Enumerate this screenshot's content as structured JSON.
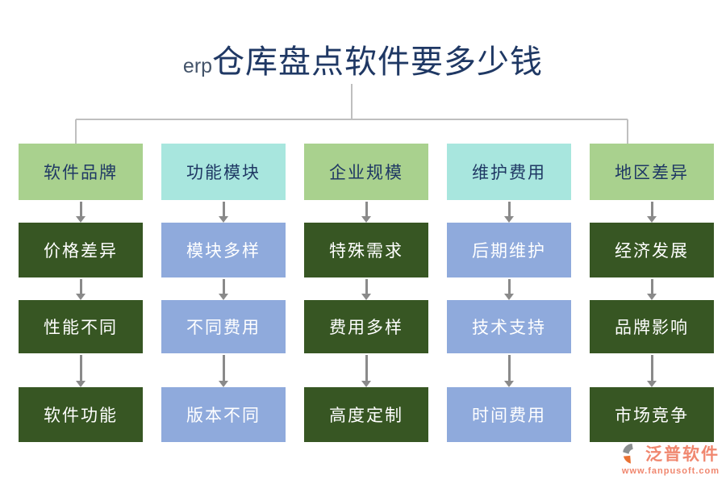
{
  "title": {
    "prefix": "erp",
    "main": "仓库盘点软件要多少钱"
  },
  "columns": [
    {
      "header": "软件品牌",
      "theme": "green",
      "items": [
        "价格差异",
        "性能不同",
        "软件功能"
      ]
    },
    {
      "header": "功能模块",
      "theme": "teal",
      "items": [
        "模块多样",
        "不同费用",
        "版本不同"
      ]
    },
    {
      "header": "企业规模",
      "theme": "green",
      "items": [
        "特殊需求",
        "费用多样",
        "高度定制"
      ]
    },
    {
      "header": "维护费用",
      "theme": "teal",
      "items": [
        "后期维护",
        "技术支持",
        "时间费用"
      ]
    },
    {
      "header": "地区差异",
      "theme": "green",
      "items": [
        "经济发展",
        "品牌影响",
        "市场竞争"
      ]
    }
  ],
  "brand": {
    "name": "泛普软件",
    "url": "www.fanpusoft.com"
  },
  "colors": {
    "title-navy": "#1f3864",
    "title-prefix": "#44546a",
    "green-light": "#a9d18e",
    "green-dark": "#375623",
    "teal-light": "#a8e6de",
    "blue-light": "#8faadc",
    "connector-gray": "#bfbfbf",
    "arrow-gray": "#8a8a8a",
    "logo-coral": "#f0876f",
    "logo-orange": "#e97132",
    "logo-gray": "#8c9091"
  }
}
